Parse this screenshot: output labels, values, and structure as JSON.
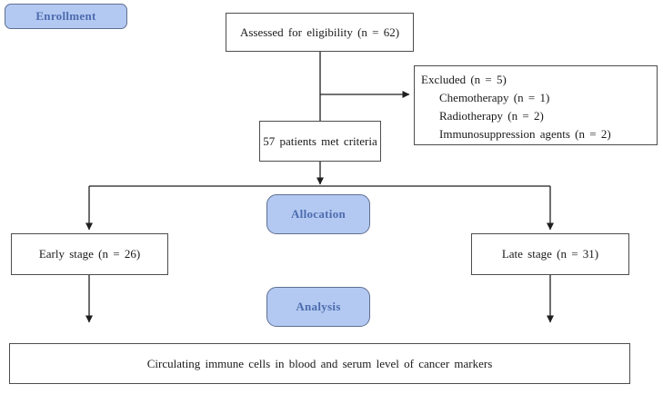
{
  "colors": {
    "badge_fill": "#b3c9f2",
    "badge_border": "#5f6f91",
    "badge_text": "#4d6cae",
    "box_border": "#4d4d4d",
    "line": "#1f1f1f"
  },
  "badges": {
    "enrollment": "Enrollment",
    "allocation": "Allocation",
    "analysis": "Analysis"
  },
  "boxes": {
    "assessed": "Assessed for eligibility (n = 62)",
    "excluded": {
      "title": "Excluded (n = 5)",
      "items": [
        "Chemotherapy (n = 1)",
        "Radiotherapy (n = 2)",
        "Immunosuppression agents (n = 2)"
      ]
    },
    "met_criteria": "57 patients met criteria",
    "early_stage": "Early stage (n = 26)",
    "late_stage": "Late stage (n = 31)",
    "outcome": "Circulating immune cells in blood and serum level of cancer markers"
  }
}
